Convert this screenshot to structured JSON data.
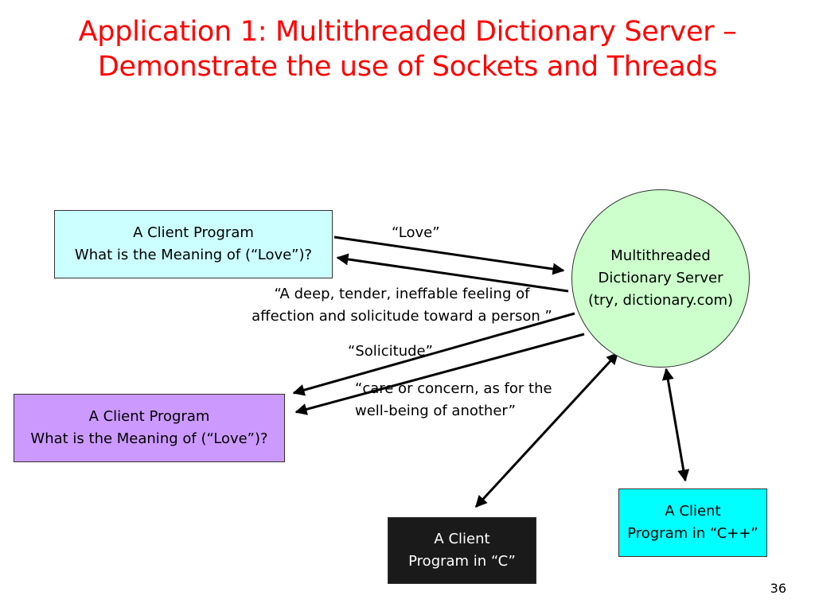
{
  "title": {
    "line1": "Application 1: Multithreaded Dictionary Server –",
    "line2": "Demonstrate the use of Sockets and Threads"
  },
  "nodes": {
    "client_top": {
      "line1": "A Client Program",
      "line2": "What is the Meaning of (“Love”)?",
      "color": "#ccffff"
    },
    "client_mid": {
      "line1": "A Client Program",
      "line2": "What is the Meaning of (“Love”)?",
      "color": "#cc99ff"
    },
    "client_c": {
      "line1": "A Client",
      "line2": "Program in “C”",
      "color": "#1a1a1a"
    },
    "client_cpp": {
      "line1": "A Client",
      "line2": "Program in “C++”",
      "color": "#00ffff"
    },
    "server": {
      "line1": "Multithreaded",
      "line2": "Dictionary Server",
      "line3": "(try, dictionary.com)",
      "color": "#ccffcc"
    }
  },
  "edge_labels": {
    "love": "“Love”",
    "deep_line1": "“A deep, tender, ineffable feeling of",
    "deep_line2": "affection and solicitude toward a person ”",
    "solicitude": "“Solicitude”",
    "care_line1": "“care or concern, as for the",
    "care_line2": "well-being of another”"
  },
  "page_number": "36",
  "colors": {
    "title": "#ff0000"
  }
}
